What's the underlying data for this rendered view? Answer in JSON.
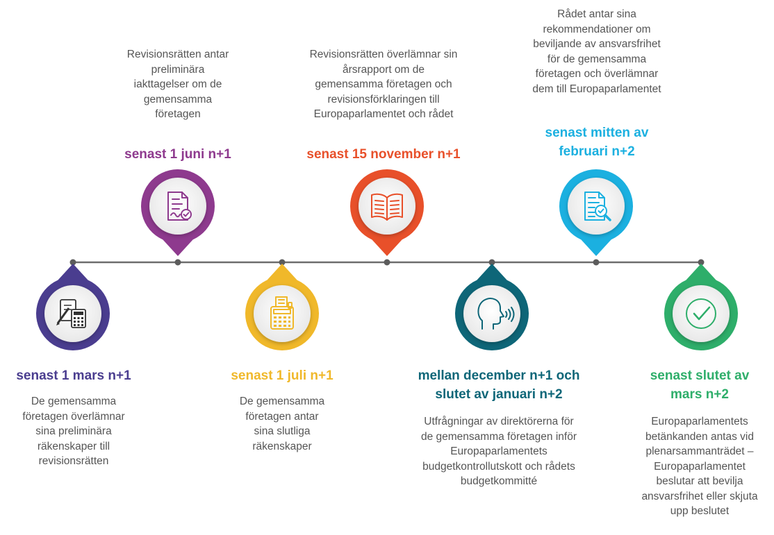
{
  "colors": {
    "line": "#6d6d6d",
    "dot": "#5c5c5c",
    "purple_dark": "#4a3d8f",
    "purple": "#8e3a8e",
    "yellow": "#f0b82a",
    "red": "#e8502a",
    "teal": "#0e6678",
    "cyan": "#1bb0e0",
    "green": "#2eae6a"
  },
  "milestones": [
    {
      "id": "m1",
      "date": "senast 1 mars n+1",
      "description": "De gemensamma\nföretagen överlämnar\nsina preliminära\nräkenskaper till\nrevisionsrätten",
      "icon": "calculator-document-icon",
      "color": "#4a3d8f"
    },
    {
      "id": "m2",
      "date": "senast 1 juni n+1",
      "description": "Revisionsrätten antar\npreliminära\niakttagelser om de\ngemensamma\nföretagen",
      "icon": "signed-document-icon",
      "color": "#8e3a8e"
    },
    {
      "id": "m3",
      "date": "senast 1 juli n+1",
      "description": "De gemensamma\nföretagen antar\nsina slutliga\nräkenskaper",
      "icon": "adding-machine-icon",
      "color": "#f0b82a"
    },
    {
      "id": "m4",
      "date": "senast 15 november n+1",
      "description": "Revisionsrätten överlämnar sin\nårsrapport om de\ngemensamma företagen och\nrevisionsförklaringen till\nEuropaparlamentet och rådet",
      "icon": "open-book-icon",
      "color": "#e8502a"
    },
    {
      "id": "m5",
      "date": "mellan december n+1 och\nslutet av januari n+2",
      "description": "Utfrågningar av direktörerna för\nde gemensamma företagen inför\nEuropaparlamentets\nbudgetkontrollutskott och rådets\nbudgetkommitté",
      "icon": "speaking-head-icon",
      "color": "#0e6678"
    },
    {
      "id": "m6",
      "date": "senast mitten av\nfebruari n+2",
      "description": "Rådet antar sina\nrekommendationer om\nbeviljande av ansvarsfrihet\nför de gemensamma\nföretagen och överlämnar\ndem till Europaparlamentet",
      "icon": "document-review-icon",
      "color": "#1bb0e0"
    },
    {
      "id": "m7",
      "date": "senast slutet av\nmars n+2",
      "description": "Europaparlamentets\nbetänkanden antas vid\nplenarsammanträdet –\nEuropaparlamentet\nbeslutar att bevilja\nansvarsfrihet eller skjuta\nupp beslutet",
      "icon": "checkmark-circle-icon",
      "color": "#2eae6a"
    }
  ]
}
